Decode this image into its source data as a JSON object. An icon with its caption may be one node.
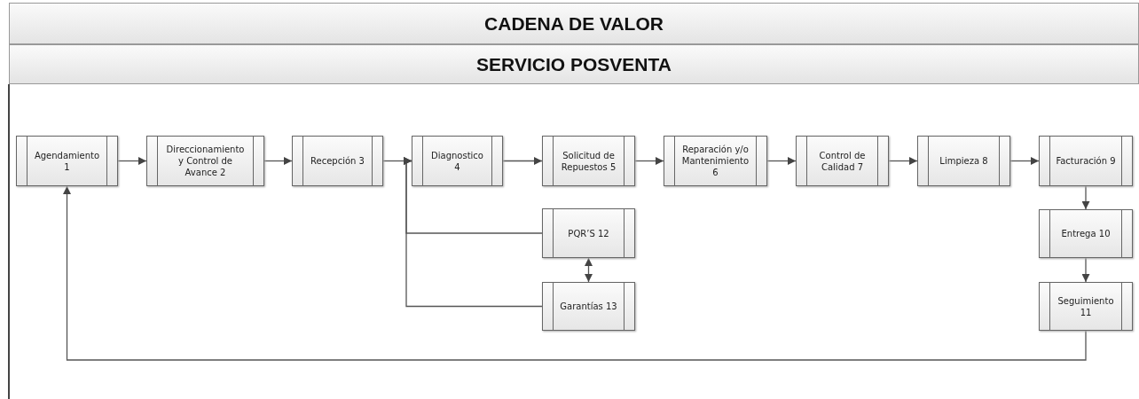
{
  "diagram": {
    "nodes": [
      {
        "text": [
          "CADENA DE VALOR"
        ]
      },
      {
        "text": [
          "SERVICIO POSVENTA"
        ]
      },
      {
        "text": [
          "Agendamiento 1"
        ]
      },
      {
        "text": [
          "Direccionamiento y Control de Avance 2"
        ]
      },
      {
        "text": [
          "Recepción 3"
        ]
      },
      {
        "text": [
          "Diagnostico 4"
        ]
      },
      {
        "text": [
          "Solicitud de Repuestos 5"
        ]
      },
      {
        "text": [
          "Reparación y/o Mantenimiento 6"
        ]
      },
      {
        "text": [
          "Control de Calidad 7"
        ]
      },
      {
        "text": [
          "Limpieza 8"
        ]
      },
      {
        "text": [
          "Facturación 9"
        ]
      },
      {
        "text": [
          "Entrega 10"
        ]
      },
      {
        "text": [
          "Seguimiento 11"
        ]
      },
      {
        "text": [
          "PQR’S 12"
        ]
      },
      {
        "text": [
          "Garantías 13"
        ]
      }
    ],
    "edges": [
      {
        "from": 2,
        "to": 3,
        "arrow": "to"
      },
      {
        "from": 3,
        "to": 4,
        "arrow": "to"
      },
      {
        "from": 4,
        "to": 5,
        "arrow": "to"
      },
      {
        "from": 5,
        "to": 6,
        "arrow": "to"
      },
      {
        "from": 6,
        "to": 7,
        "arrow": "to"
      },
      {
        "from": 7,
        "to": 8,
        "arrow": "to"
      },
      {
        "from": 8,
        "to": 9,
        "arrow": "to"
      },
      {
        "from": 9,
        "to": 10,
        "arrow": "to"
      },
      {
        "from": 10,
        "to": 11,
        "arrow": "to"
      },
      {
        "from": 11,
        "to": 12,
        "arrow": "to"
      },
      {
        "from": 12,
        "to": 2,
        "arrow": "to"
      },
      {
        "from": 13,
        "to": 5,
        "arrow": "to"
      },
      {
        "from": 14,
        "to": 5,
        "arrow": "to"
      },
      {
        "from": 13,
        "to": 14,
        "arrow": "both"
      }
    ]
  }
}
